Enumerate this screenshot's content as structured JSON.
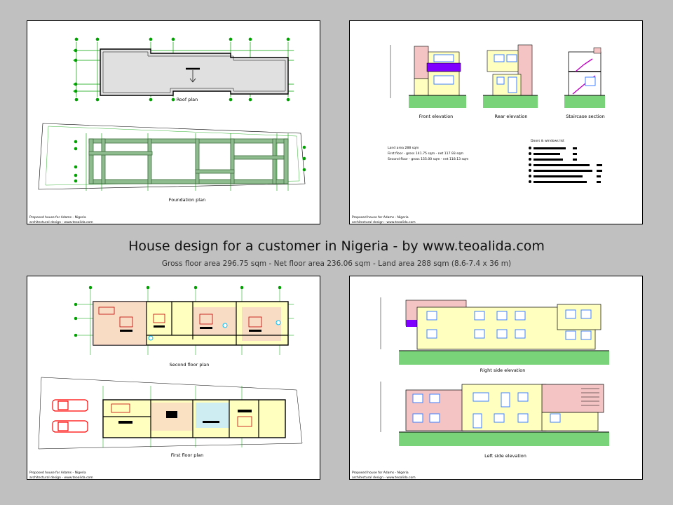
{
  "title": "House design for a customer in Nigeria - by www.teoalida.com",
  "subtitle": "Gross floor area 296.75 sqm - Net floor area 236.06 sqm - Land area 288 sqm (8.6-7.4 x 36 m)",
  "footer": {
    "line1": "Proposed house for Adams - Nigeria",
    "line2": "architectural design - www.teoalida.com"
  },
  "sheet1": {
    "roof_plan_label": "Roof plan",
    "foundation_plan_label": "Foundation plan"
  },
  "sheet2": {
    "front_label": "Front elevation",
    "rear_label": "Rear elevation",
    "stair_label": "Staircase section",
    "area_land": "Land area 288 sqm",
    "area_first": "First floor - gross 141.75 sqm - net 117.93 sqm",
    "area_second": "Second floor - gross 155.00 sqm - net 118.13 sqm",
    "doors_title": "Doors & windows list"
  },
  "sheet3": {
    "second_label": "Second floor plan",
    "first_label": "First floor plan"
  },
  "sheet4": {
    "right_label": "Right side elevation",
    "left_label": "Left side elevation"
  },
  "colors": {
    "background": "#c0c0c0",
    "grid_axis": "#00a000",
    "wall": "#3c6b3c",
    "wall_fill": "#8fbc8f",
    "wall_cream": "#ffffc0",
    "wall_pink": "#f4c4c4",
    "purple": "#8000ff",
    "window": "#4080ff",
    "ground": "#40c040",
    "car": "#ff0000"
  }
}
